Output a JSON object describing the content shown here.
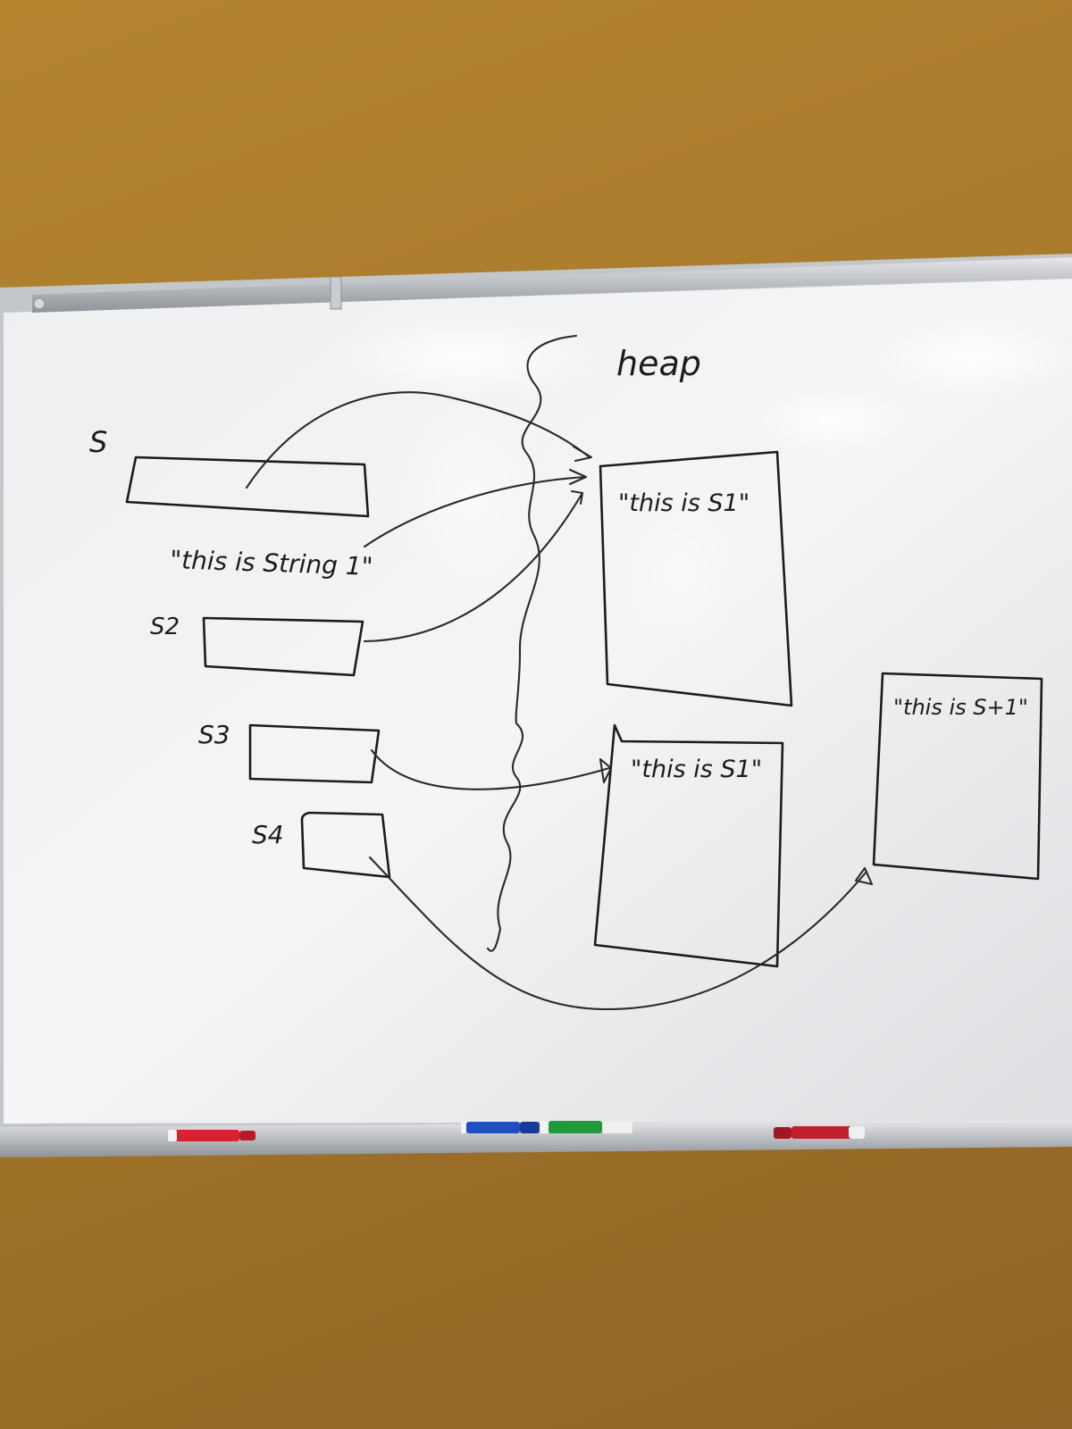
{
  "board": {
    "heap_label": "heap",
    "variables": [
      {
        "id": "s",
        "label": "S"
      },
      {
        "id": "s2",
        "label": "S2"
      },
      {
        "id": "s3",
        "label": "S3"
      },
      {
        "id": "s4",
        "label": "S4"
      }
    ],
    "literal_text": "\"this is String 1\"",
    "objects": [
      {
        "id": "obj1",
        "text": "\"this is S1\""
      },
      {
        "id": "obj2",
        "text": "\"this is S1\""
      },
      {
        "id": "obj3",
        "text": "\"this is S+1\""
      }
    ]
  },
  "markers": [
    {
      "id": "marker-left",
      "color": "#d8222e"
    },
    {
      "id": "marker-blue",
      "color": "#1e4fc4"
    },
    {
      "id": "marker-green",
      "color": "#1e9a3c"
    },
    {
      "id": "marker-right",
      "color": "#c21f2c"
    }
  ]
}
